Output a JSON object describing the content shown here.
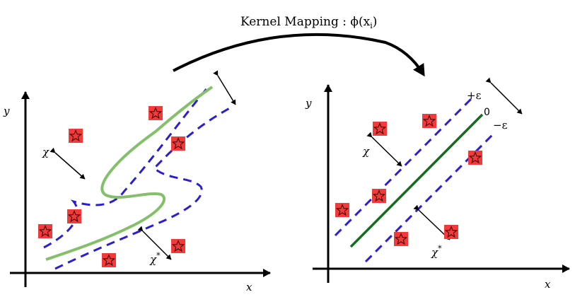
{
  "title": "Kernel Mapping : ϕ(x",
  "title_subscript": "i",
  "title_close": ")",
  "left_panel": {
    "y_label": "y",
    "x_label": "x",
    "chi_label": "χ",
    "chi_star_label": "χ",
    "chi_star_superscript": "*"
  },
  "right_panel": {
    "y_label": "y",
    "x_label": "x",
    "chi_label": "χ",
    "chi_star_label": "χ",
    "chi_star_superscript": "*",
    "plus_eps_label": "+ε",
    "zero_label": "0",
    "minus_eps_label": "−ε"
  },
  "colors": {
    "axis": "#000000",
    "margin_dashed": "#2b1fcf",
    "curve_green": "#84bf6a",
    "line_dark_green": "#176b1f",
    "star_box": "#f23a3a",
    "star_outline": "#2a0000"
  },
  "icons": {
    "star": "star-outline-icon"
  }
}
